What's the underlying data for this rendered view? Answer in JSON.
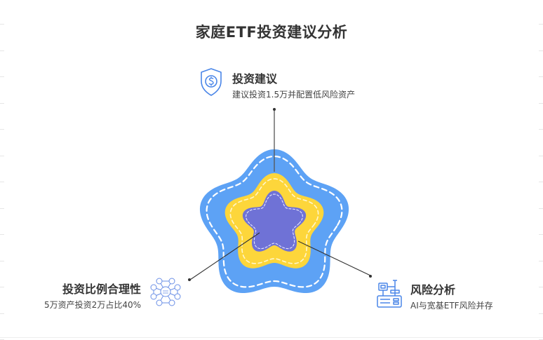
{
  "title": "家庭ETF投资建议分析",
  "colors": {
    "outer": "#5da2f5",
    "middle": "#fdd63b",
    "inner": "#6f72d6",
    "stitch": "#ffffff",
    "connector": "#333333",
    "icon": "#4a86e8",
    "text": "#333333"
  },
  "nodes": [
    {
      "id": "top",
      "heading": "投资建议",
      "description": "建议投资1.5万并配置低风险资产",
      "icon": "shield-dollar-icon"
    },
    {
      "id": "left",
      "heading": "投资比例合理性",
      "description": "5万资产投资2万占比40%",
      "icon": "network-icon"
    },
    {
      "id": "right",
      "heading": "风险分析",
      "description": "AI与宽基ETF风险并存",
      "icon": "machine-icon"
    }
  ],
  "layers": [
    {
      "name": "outer",
      "label": "投资建议"
    },
    {
      "name": "middle",
      "label": "风险分析"
    },
    {
      "name": "inner",
      "label": "投资比例合理性"
    }
  ]
}
